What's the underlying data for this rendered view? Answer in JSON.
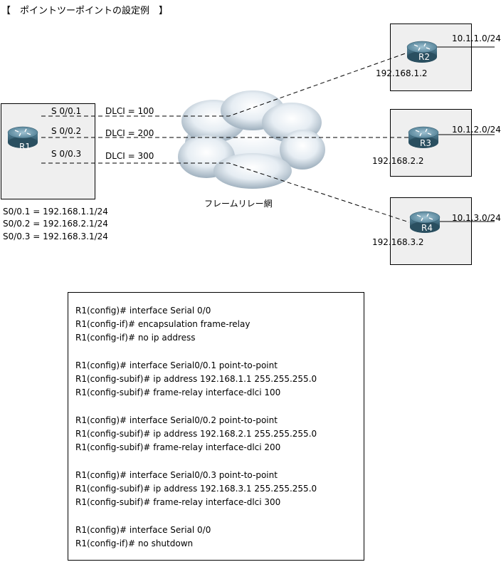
{
  "title": "【　ポイントツーポイントの設定例　】",
  "cloud_label": "フレームリレー網",
  "routers": {
    "r1": {
      "label": "R1"
    },
    "r2": {
      "label": "R2",
      "ip": "192.168.1.2",
      "lan": "10.1.1.0/24"
    },
    "r3": {
      "label": "R3",
      "ip": "192.168.2.2",
      "lan": "10.1.2.0/24"
    },
    "r4": {
      "label": "R4",
      "ip": "192.168.3.2",
      "lan": "10.1.3.0/24"
    }
  },
  "subinterfaces": [
    {
      "name": "S 0/0.1",
      "dlci": "DLCI = 100"
    },
    {
      "name": "S 0/0.2",
      "dlci": "DLCI = 200"
    },
    {
      "name": "S 0/0.3",
      "dlci": "DLCI = 300"
    }
  ],
  "r1_addresses": [
    "S0/0.1 = 192.168.1.1/24",
    "S0/0.2 = 192.168.2.1/24",
    "S0/0.3 = 192.168.3.1/24"
  ],
  "config_lines": [
    "R1(config)# interface Serial 0/0",
    "R1(config-if)# encapsulation frame-relay",
    "R1(config-if)# no ip address",
    "",
    "R1(config)# interface Serial0/0.1 point-to-point",
    "R1(config-subif)# ip address 192.168.1.1 255.255.255.0",
    "R1(config-subif)# frame-relay interface-dlci 100",
    "",
    "R1(config)# interface Serial0/0.2 point-to-point",
    "R1(config-subif)# ip address 192.168.2.1 255.255.255.0",
    "R1(config-subif)# frame-relay interface-dlci 200",
    "",
    "R1(config)# interface Serial0/0.3 point-to-point",
    "R1(config-subif)# ip address 192.168.3.1 255.255.255.0",
    "R1(config-subif)# frame-relay interface-dlci 300",
    "",
    "R1(config)# interface Serial 0/0",
    "R1(config-if)# no shutdown"
  ]
}
